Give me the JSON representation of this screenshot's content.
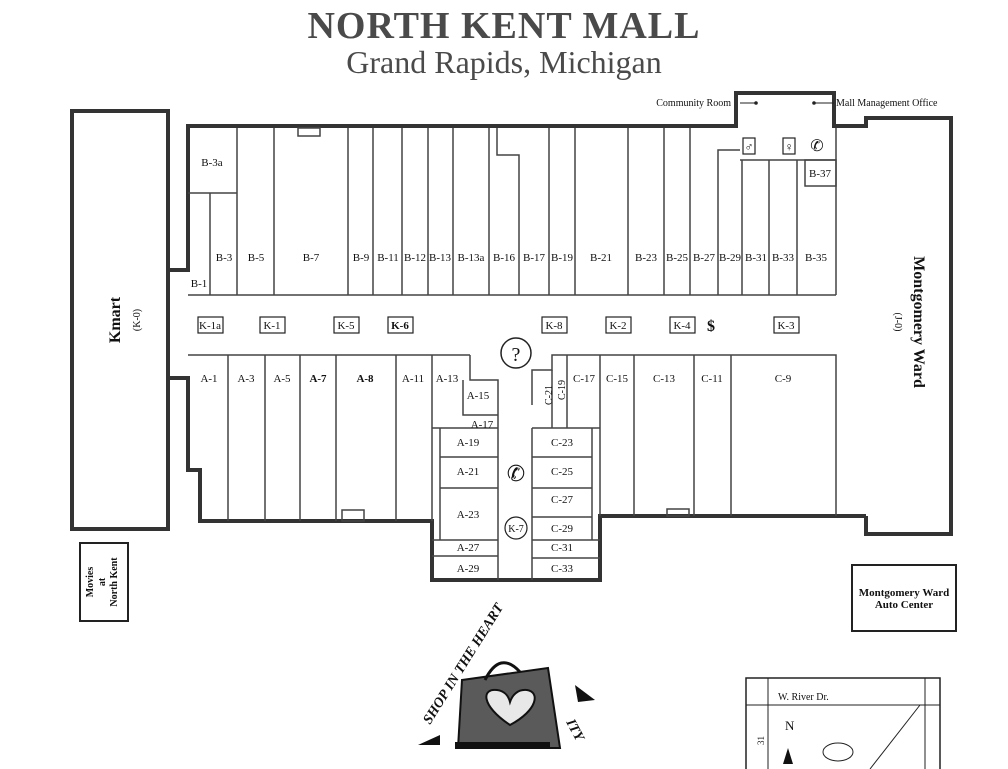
{
  "title": "NORTH KENT MALL",
  "subtitle": "Grand Rapids, Michigan",
  "labels": {
    "community_room": "Community Room",
    "mgmt_office": "Mall Management Office",
    "kmart": "Kmart",
    "kmart_code": "(K-0)",
    "ward": "Montgomery Ward",
    "ward_code": "(J-0)",
    "movies_1": "Movies",
    "movies_2": "at",
    "movies_3": "North Kent",
    "auto_1": "Montgomery Ward",
    "auto_2": "Auto Center",
    "info": "?",
    "atm": "$",
    "slogan": "SHOP IN THE HEART",
    "slogan_end": "ITY",
    "road": "W. River Dr.",
    "north": "N",
    "road_31": "31"
  },
  "stores": {
    "B-3a": "B-3a",
    "B-1": "B-1",
    "B-3": "B-3",
    "B-5": "B-5",
    "B-7": "B-7",
    "B-9": "B-9",
    "B-11": "B-11",
    "B-12": "B-12",
    "B-13": "B-13",
    "B-13a": "B-13a",
    "B-16": "B-16",
    "B-17": "B-17",
    "B-19": "B-19",
    "B-21": "B-21",
    "B-23": "B-23",
    "B-25": "B-25",
    "B-27": "B-27",
    "B-29": "B-29",
    "B-31": "B-31",
    "B-33": "B-33",
    "B-35": "B-35",
    "B-37": "B-37",
    "A-1": "A-1",
    "A-3": "A-3",
    "A-5": "A-5",
    "A-7": "A-7",
    "A-8": "A-8",
    "A-11": "A-11",
    "A-13": "A-13",
    "A-15": "A-15",
    "A-17": "A-17",
    "A-19": "A-19",
    "A-21": "A-21",
    "A-23": "A-23",
    "A-27": "A-27",
    "A-29": "A-29",
    "C-21": "C-21",
    "C-19": "C-19",
    "C-17": "C-17",
    "C-15": "C-15",
    "C-13": "C-13",
    "C-11": "C-11",
    "C-9": "C-9",
    "C-23": "C-23",
    "C-25": "C-25",
    "C-27": "C-27",
    "C-29": "C-29",
    "C-31": "C-31",
    "C-33": "C-33"
  },
  "kiosks": {
    "K-1a": "K-1a",
    "K-1": "K-1",
    "K-5": "K-5",
    "K-6": "K-6",
    "K-8": "K-8",
    "K-2": "K-2",
    "K-4": "K-4",
    "K-3": "K-3",
    "K-7": "K-7"
  }
}
